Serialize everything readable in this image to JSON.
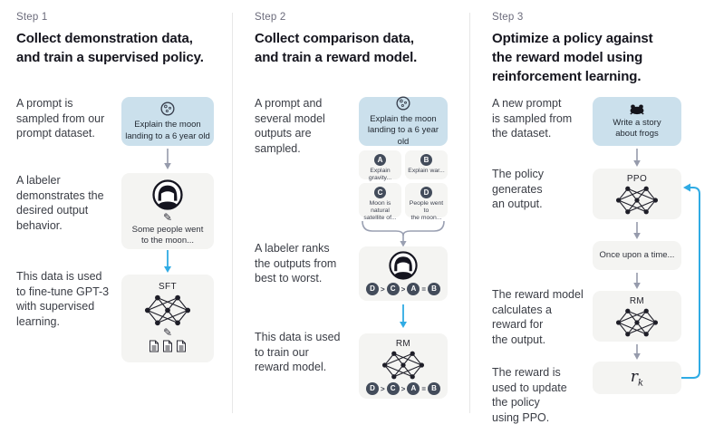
{
  "figure": {
    "description_note": "Three-step RLHF training diagram",
    "colors": {
      "background": "#ffffff",
      "prompt_box_bg": "#cbe0ec",
      "node_box_bg": "#f4f4f2",
      "dark_chip_bg": "#434c5b",
      "gray_arrow": "#969bac",
      "blue_arrow": "#2fabe4",
      "divider": "#e7e7e7",
      "heading_text": "#15151e",
      "body_text": "#3a3d45"
    },
    "icons": [
      "moon-icon",
      "labeler-avatar-icon",
      "pencil-icon",
      "neural-net-icon",
      "document-icon",
      "frog-icon"
    ]
  },
  "columns": [
    {
      "step_label": "Step 1",
      "heading": "Collect demonstration data,\nand train a supervised policy.",
      "captions": [
        "A prompt is\nsampled from our\nprompt dataset.",
        "A labeler\ndemonstrates the\ndesired output\nbehavior.",
        "This data is used\nto fine-tune GPT-3\nwith supervised\nlearning."
      ],
      "nodes": {
        "prompt": {
          "text": "Explain the moon\nlanding to a 6 year old"
        },
        "labeler": {
          "text": "Some people went\nto the moon..."
        },
        "sft": {
          "label": "SFT"
        }
      }
    },
    {
      "step_label": "Step 2",
      "heading": "Collect comparison data,\nand train a reward model.",
      "captions": [
        "A prompt and\nseveral model\noutputs are\nsampled.",
        "A labeler ranks\nthe outputs from\nbest to worst.",
        "This data is used\nto train our\nreward model."
      ],
      "nodes": {
        "prompt": {
          "text": "Explain the moon\nlanding to a 6 year old"
        },
        "outputs": [
          {
            "letter": "A",
            "text": "Explain gravity..."
          },
          {
            "letter": "B",
            "text": "Explain war..."
          },
          {
            "letter": "C",
            "text": "Moon is natural\nsatellite of..."
          },
          {
            "letter": "D",
            "text": "People went to\nthe moon..."
          }
        ],
        "ranking": {
          "items": [
            "D",
            "C",
            "A",
            "B"
          ],
          "separators": [
            ">",
            ">",
            "="
          ]
        },
        "rm": {
          "label": "RM"
        }
      }
    },
    {
      "step_label": "Step 3",
      "heading": "Optimize a policy against\nthe reward model using\nreinforcement learning.",
      "captions": [
        "A new prompt\nis sampled from\nthe dataset.",
        "The policy\ngenerates\nan output.",
        "The reward model\ncalculates a\nreward for\nthe output.",
        "The reward is\nused to update\nthe policy\nusing PPO."
      ],
      "nodes": {
        "prompt": {
          "text": "Write a story\nabout frogs"
        },
        "ppo": {
          "label": "PPO"
        },
        "output": {
          "text": "Once upon a time..."
        },
        "rm": {
          "label": "RM"
        },
        "reward": {
          "base": "r",
          "subscript": "k"
        }
      }
    }
  ]
}
